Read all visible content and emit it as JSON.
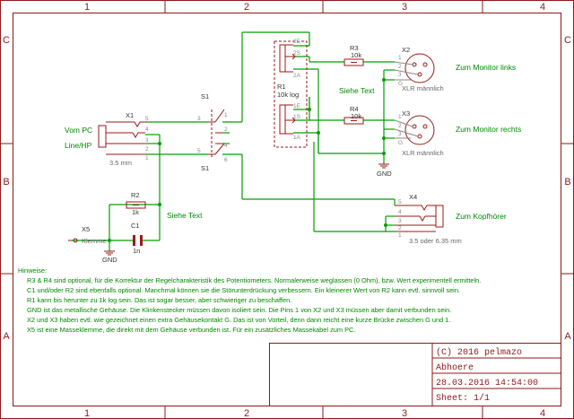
{
  "grid": {
    "columns": [
      "1",
      "2",
      "3",
      "4"
    ],
    "rows": [
      "C",
      "B",
      "A"
    ]
  },
  "components": {
    "x1": {
      "name": "X1",
      "value": "3.5 mm",
      "pins": [
        "5",
        "4",
        "3",
        "2",
        "1"
      ]
    },
    "x2": {
      "name": "X2",
      "value": "XLR männlich",
      "pins": [
        "1",
        "2",
        "3",
        "G"
      ]
    },
    "x3": {
      "name": "X3",
      "value": "XLR männlich",
      "pins": [
        "1",
        "2",
        "3",
        "G"
      ]
    },
    "x4": {
      "name": "X4",
      "value": "3.5 oder 6.35 mm",
      "pins": [
        "5",
        "4",
        "3",
        "2",
        "1"
      ]
    },
    "x5": {
      "name": "X5",
      "value": "Klemme"
    },
    "r1": {
      "name": "R1",
      "value": "10k log",
      "pins_a": [
        "2E",
        "2S",
        "2A"
      ],
      "pins_b": [
        "1E",
        "1S",
        "1A"
      ]
    },
    "r2": {
      "name": "R2",
      "value": "1k"
    },
    "r3": {
      "name": "R3",
      "value": "10k"
    },
    "r4": {
      "name": "R4",
      "value": "10k"
    },
    "c1": {
      "name": "C1",
      "value": "1n"
    },
    "s1": {
      "name": "S1",
      "pins": [
        "1",
        "2",
        "3",
        "4",
        "5",
        "6"
      ]
    },
    "gnd": {
      "name": "GND"
    }
  },
  "labels": {
    "vom_pc": "Vom PC",
    "line_hp": "Line/HP",
    "monitor_links": "Zum Monitor links",
    "monitor_rechts": "Zum Monitor rechts",
    "kopfhoerer": "Zum Kopfhörer",
    "siehe_text": "Siehe Text"
  },
  "notes": {
    "title": "Hinweise:",
    "lines": [
      "R3 & R4 sind optional, für die Korrektur der Regelcharakteristik des Potentiometers. Normalerweise weglassen (0 Ohm), bzw. Wert experimentell ermitteln.",
      "C1 und/oder R2 sind ebenfalls optional. Manchmal können sie die Störunterdrückung verbessern. Ein kleinerer Wert von R2 kann evtl. sinnvoll sein.",
      "R1 kann bis herunter zu 1k log sein. Das ist sogar besser, aber schwieriger zu beschaffen.",
      "GND ist das metallische Gehäuse. Die Klinkenstecker müssen davon isoliert sein. Die Pins 1 von X2 und X3 müssen aber damit verbunden sein.",
      "X2 und X3 haben evtl. wie gezeichnet einen extra Gehäusekontakt G. Das ist von Vorteil, denn dann reicht eine kurze Brücke  zwischen G und 1.",
      "X5 ist eine Masseklemme, die direkt mit dem Gehäuse verbunden ist. Für ein zusätzliches Massekabel zum PC."
    ]
  },
  "title_block": {
    "copyright": "(C) 2016 pelmazo",
    "title": "Abhoere",
    "date": "28.03.2016 14:54:00",
    "sheet": "Sheet: 1/1"
  }
}
